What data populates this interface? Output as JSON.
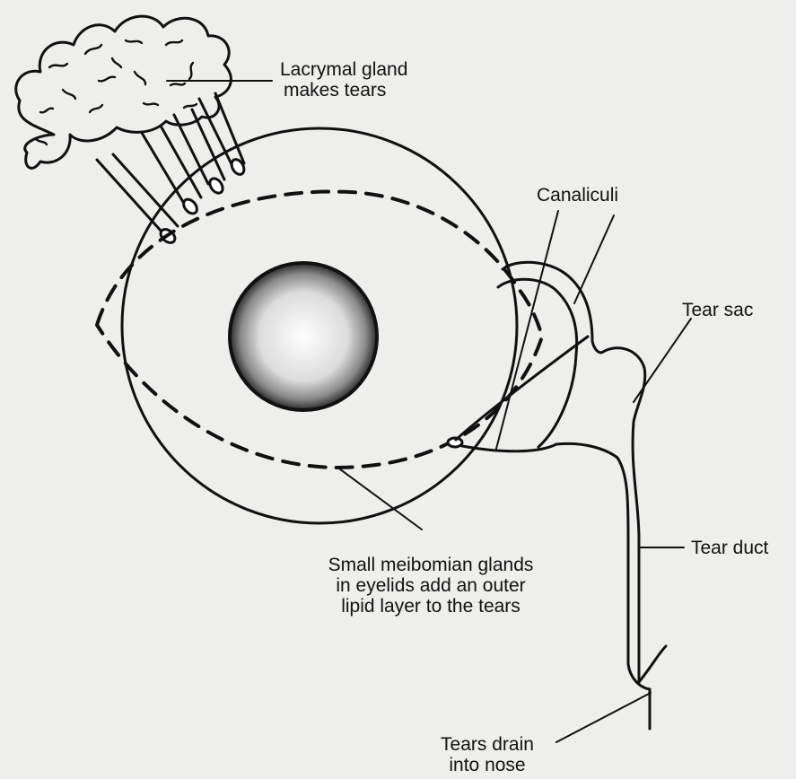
{
  "figure": {
    "labels": {
      "lacrymal_gland": [
        "Lacrymal gland",
        "makes tears"
      ],
      "canaliculi": "Canaliculi",
      "tear_sac": "Tear sac",
      "tear_duct": "Tear duct",
      "meibomian": [
        "Small meibomian glands",
        "in eyelids add an outer",
        "lipid layer to the tears"
      ],
      "nose": [
        "Tears drain",
        "into nose"
      ]
    },
    "colors": {
      "ink": "#111111",
      "paper": "#eeeeec"
    }
  }
}
